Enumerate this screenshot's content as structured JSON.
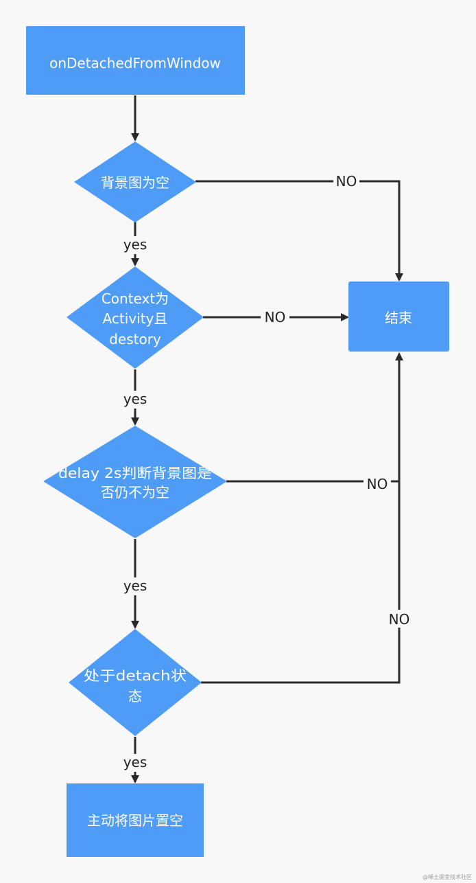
{
  "colors": {
    "node_fill": "#4f9cf6",
    "edge": "#2a2a2a",
    "background": "#f8f8f8"
  },
  "nodes": {
    "start": "onDetachedFromWindow",
    "bg_empty": "背景图为空",
    "context_line1": "Context为",
    "context_line2": "Activity且",
    "context_line3": "destory",
    "delay_line1": "delay 2s判断背景图是",
    "delay_line2": "否仍不为空",
    "detach_line1": "处于detach状",
    "detach_line2": "态",
    "end": "结束",
    "clear": "主动将图片置空"
  },
  "edges": {
    "yes": "yes",
    "no": "NO"
  },
  "watermark": "@稀土掘金技术社区"
}
